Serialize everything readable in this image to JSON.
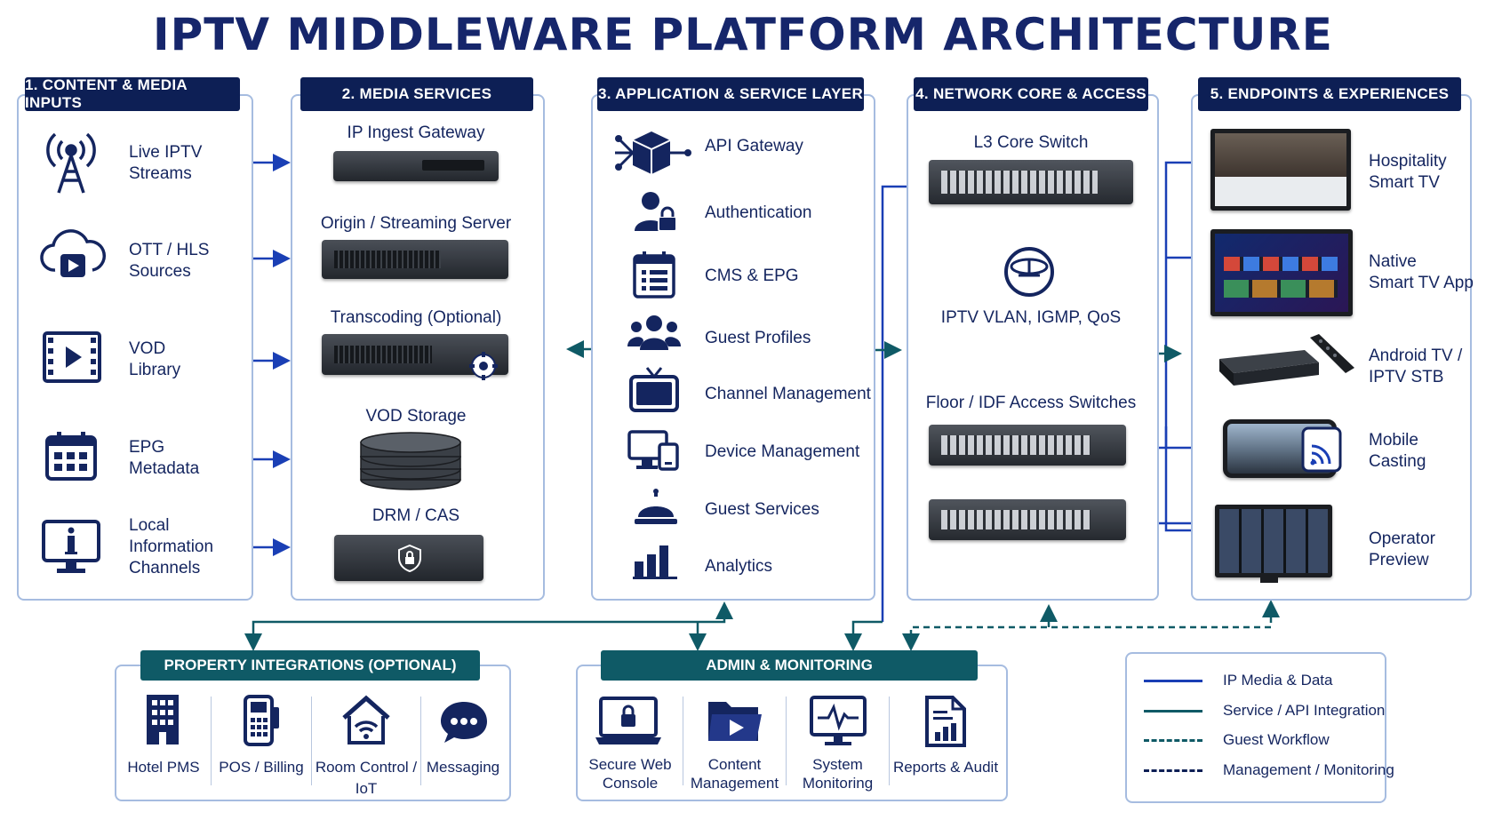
{
  "title": "IPTV MIDDLEWARE PLATFORM ARCHITECTURE",
  "colors": {
    "navy": "#0d1f55",
    "blue": "#1a3fb5",
    "teal": "#0f5a66"
  },
  "sections": {
    "content": {
      "header": "1. CONTENT & MEDIA INPUTS",
      "items": [
        {
          "label": "Live IPTV\nStreams",
          "icon": "antenna-icon"
        },
        {
          "label": "OTT / HLS\nSources",
          "icon": "cloud-play-icon"
        },
        {
          "label": "VOD\nLibrary",
          "icon": "film-icon"
        },
        {
          "label": "EPG\nMetadata",
          "icon": "calendar-icon"
        },
        {
          "label": "Local\nInformation\nChannels",
          "icon": "info-monitor-icon"
        }
      ]
    },
    "media": {
      "header": "2. MEDIA SERVICES",
      "items": [
        {
          "label": "IP Ingest Gateway"
        },
        {
          "label": "Origin / Streaming Server"
        },
        {
          "label": "Transcoding (Optional)"
        },
        {
          "label": "VOD Storage"
        },
        {
          "label": "DRM / CAS"
        }
      ]
    },
    "app": {
      "header": "3. APPLICATION & SERVICE LAYER",
      "items": [
        {
          "label": "API Gateway",
          "icon": "api-cube-icon"
        },
        {
          "label": "Authentication",
          "icon": "user-lock-icon"
        },
        {
          "label": "CMS & EPG",
          "icon": "calendar-list-icon"
        },
        {
          "label": "Guest Profiles",
          "icon": "users-icon"
        },
        {
          "label": "Channel Management",
          "icon": "tv-icon"
        },
        {
          "label": "Device Management",
          "icon": "devices-icon"
        },
        {
          "label": "Guest Services",
          "icon": "service-bell-icon"
        },
        {
          "label": "Analytics",
          "icon": "bar-chart-icon"
        }
      ]
    },
    "network": {
      "header": "4. NETWORK CORE & ACCESS",
      "core": "L3 Core Switch",
      "vlan": "IPTV VLAN, IGMP, QoS",
      "access": "Floor / IDF Access Switches"
    },
    "endpoints": {
      "header": "5. ENDPOINTS & EXPERIENCES",
      "items": [
        {
          "label": "Hospitality\nSmart TV"
        },
        {
          "label": "Native\nSmart TV App"
        },
        {
          "label": "Android TV /\nIPTV STB"
        },
        {
          "label": "Mobile\nCasting"
        },
        {
          "label": "Operator\nPreview"
        }
      ]
    }
  },
  "property": {
    "header": "PROPERTY INTEGRATIONS (OPTIONAL)",
    "items": [
      {
        "label": "Hotel PMS",
        "icon": "building-icon"
      },
      {
        "label": "POS / Billing",
        "icon": "pos-terminal-icon"
      },
      {
        "label": "Room Control / IoT",
        "icon": "smart-home-icon"
      },
      {
        "label": "Messaging",
        "icon": "chat-bubble-icon"
      }
    ]
  },
  "admin": {
    "header": "ADMIN & MONITORING",
    "items": [
      {
        "label": "Secure Web\nConsole",
        "icon": "laptop-lock-icon"
      },
      {
        "label": "Content\nManagement",
        "icon": "folder-play-icon"
      },
      {
        "label": "System\nMonitoring",
        "icon": "monitor-pulse-icon"
      },
      {
        "label": "Reports & Audit",
        "icon": "report-icon"
      }
    ]
  },
  "legend": [
    {
      "label": "IP Media & Data",
      "style": "solid",
      "color": "#1a3fb5"
    },
    {
      "label": "Service / API Integration",
      "style": "solid",
      "color": "#0f5a66"
    },
    {
      "label": "Guest Workflow",
      "style": "dashed",
      "color": "#0f5a66"
    },
    {
      "label": "Management / Monitoring",
      "style": "dashed",
      "color": "#0d1f55"
    }
  ]
}
